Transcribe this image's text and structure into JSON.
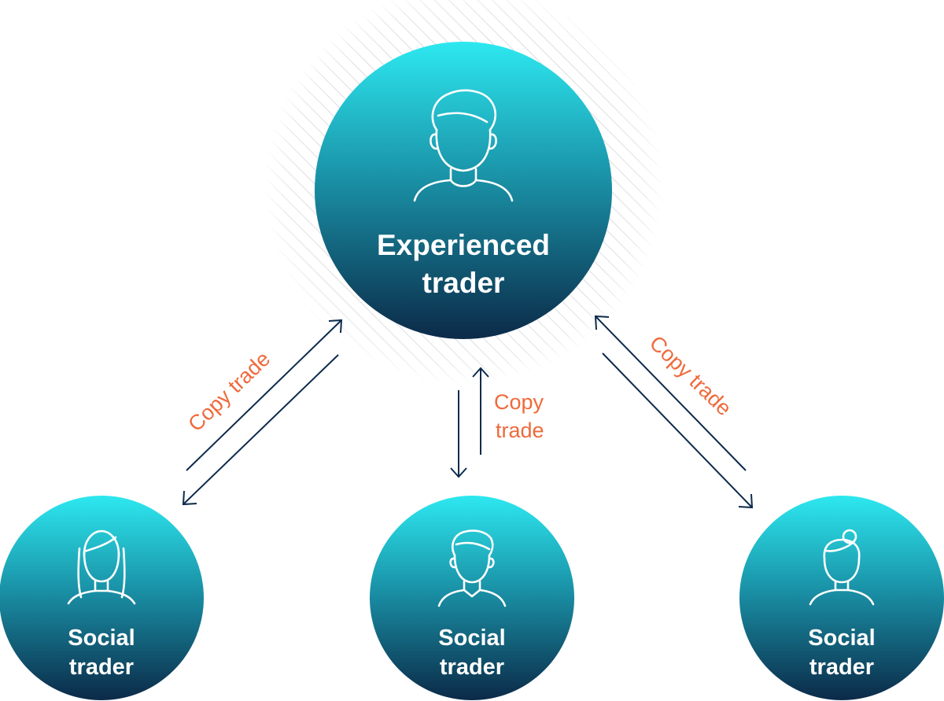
{
  "nodes": {
    "experienced": {
      "line1": "Experienced",
      "line2": "trader",
      "icon": "man-avatar-icon"
    },
    "social_left": {
      "line1": "Social",
      "line2": "trader",
      "icon": "woman-long-hair-avatar-icon"
    },
    "social_center": {
      "line1": "Social",
      "line2": "trader",
      "icon": "man-avatar-icon"
    },
    "social_right": {
      "line1": "Social",
      "line2": "trader",
      "icon": "woman-bun-avatar-icon"
    }
  },
  "edges": {
    "left": {
      "line1": "Copy trade"
    },
    "center": {
      "line1": "Copy",
      "line2": "trade"
    },
    "right": {
      "line1": "Copy trade"
    }
  },
  "colors": {
    "circle_top": "#2de8f0",
    "circle_mid": "#1a93a8",
    "circle_bottom": "#0b2a48",
    "arrow": "#0d2b4d",
    "label_accent": "#ee6a3c",
    "hatch": "#cfd2d6"
  }
}
